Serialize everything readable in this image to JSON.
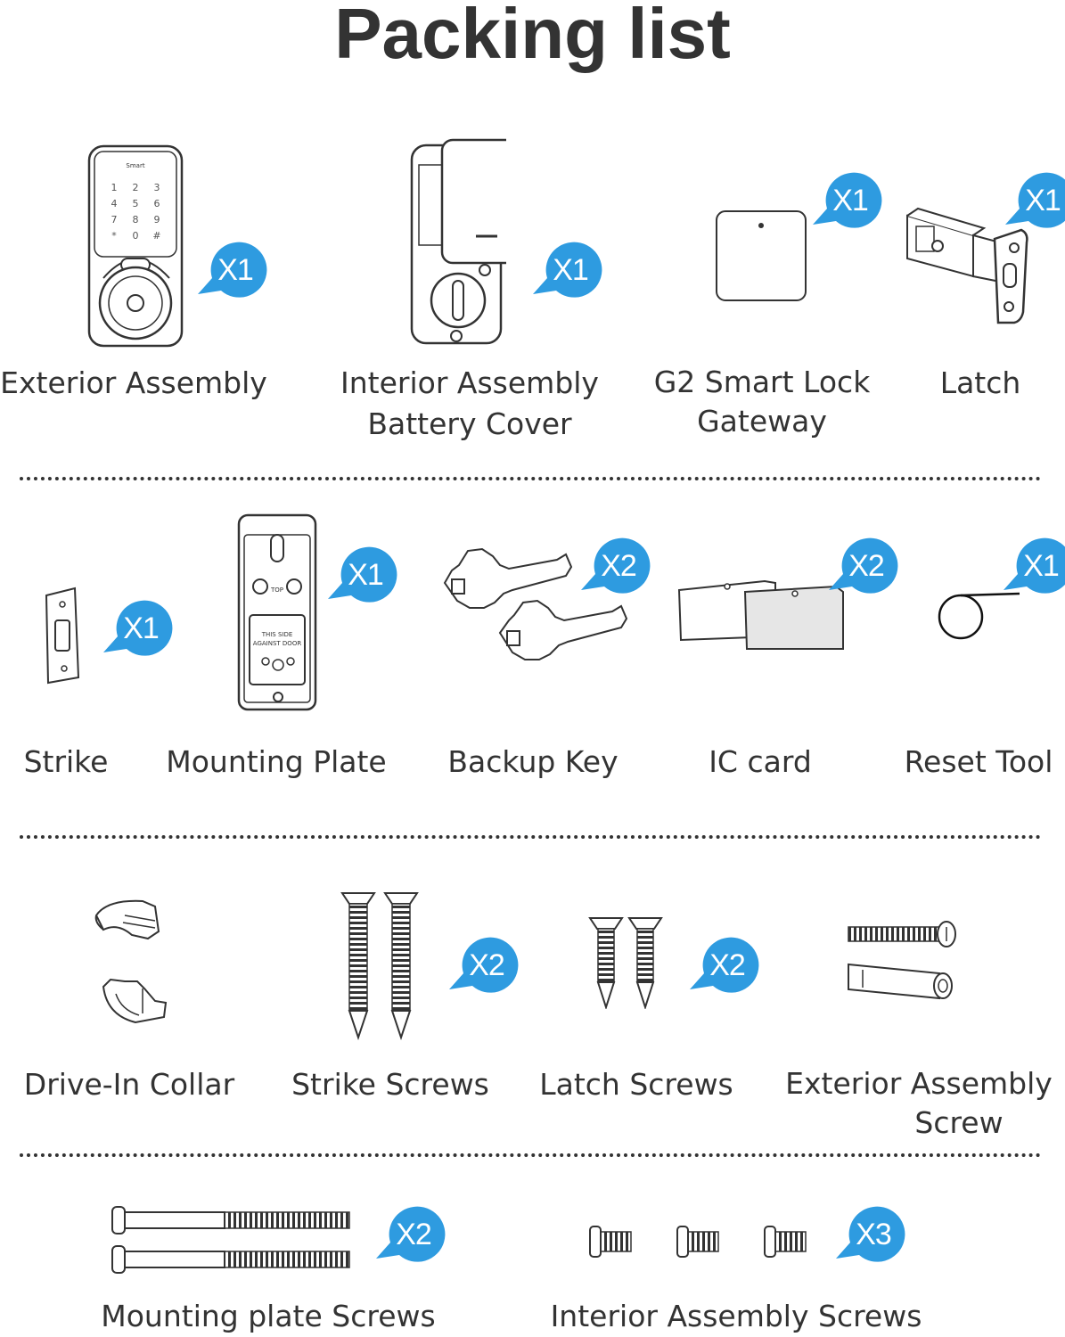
{
  "title": "Packing list",
  "colors": {
    "badge": "#2e9be0",
    "text": "#333333",
    "line": "#222222"
  },
  "items": [
    {
      "label": "Exterior Assembly",
      "qty": "X1",
      "icon": "exterior-assembly-icon"
    },
    {
      "label": "Interior Assembly\nBattery Cover",
      "qty": "X1",
      "icon": "interior-assembly-icon"
    },
    {
      "label": "G2 Smart Lock\nGateway",
      "qty": "X1",
      "icon": "gateway-icon"
    },
    {
      "label": "Latch",
      "qty": "X1",
      "icon": "latch-icon"
    },
    {
      "label": "Strike",
      "qty": "X1",
      "icon": "strike-icon"
    },
    {
      "label": "Mounting Plate",
      "qty": "X1",
      "icon": "mounting-plate-icon"
    },
    {
      "label": "Backup Key",
      "qty": "X2",
      "icon": "key-icon"
    },
    {
      "label": "IC card",
      "qty": "X2",
      "icon": "ic-card-icon"
    },
    {
      "label": "Reset Tool",
      "qty": "X1",
      "icon": "reset-tool-icon"
    },
    {
      "label": "Drive-In Collar",
      "qty": "",
      "icon": "drive-in-collar-icon"
    },
    {
      "label": "Strike Screws",
      "qty": "X2",
      "icon": "strike-screw-icon"
    },
    {
      "label": "Latch Screws",
      "qty": "X2",
      "icon": "latch-screw-icon"
    },
    {
      "label": "Exterior Assembly\nScrew",
      "qty": "",
      "icon": "exterior-screw-icon"
    },
    {
      "label": "Mounting plate Screws",
      "qty": "X2",
      "icon": "mounting-screw-icon"
    },
    {
      "label": "Interior Assembly Screws",
      "qty": "X3",
      "icon": "interior-screw-icon"
    }
  ]
}
